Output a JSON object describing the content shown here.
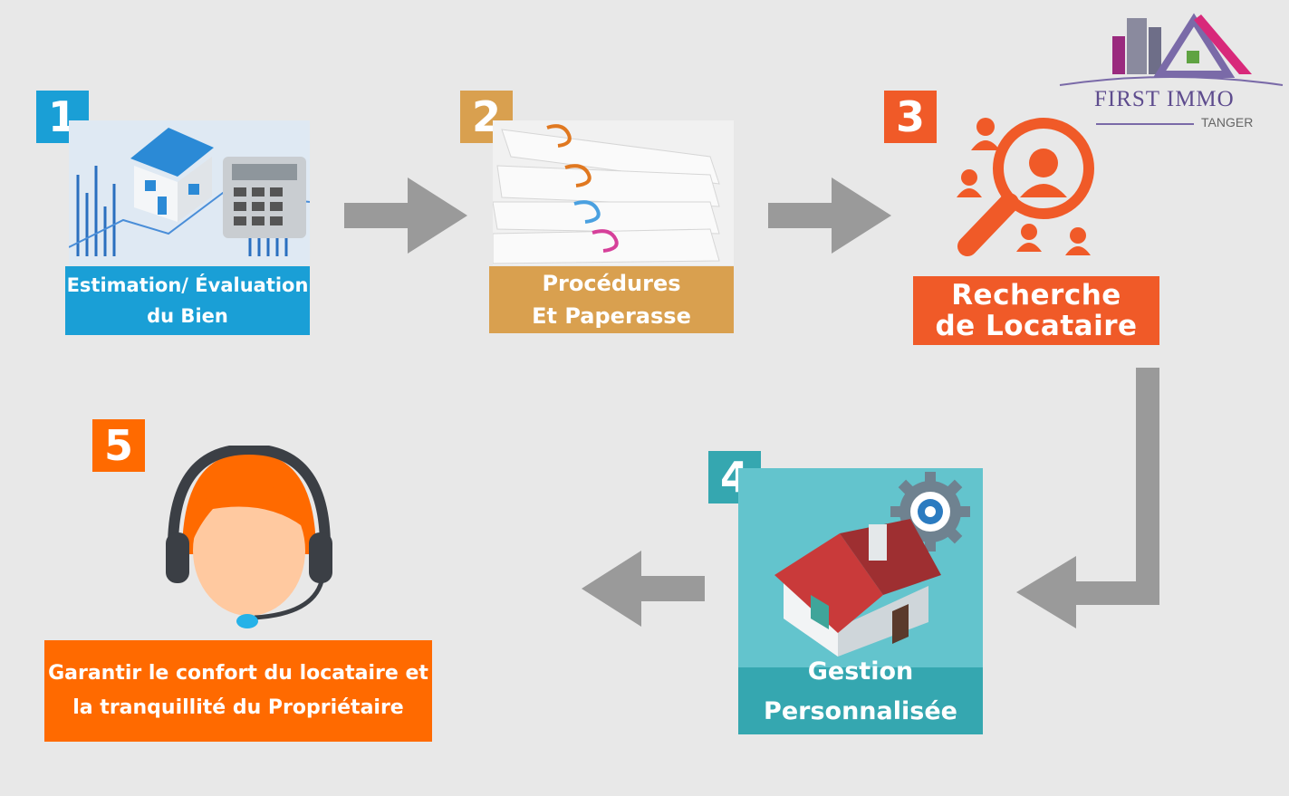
{
  "logo": {
    "brand": "FIRST IMMO",
    "city": "TANGER"
  },
  "steps": [
    {
      "number": "1",
      "lines": [
        "Estimation/ Évaluation",
        "du Bien"
      ],
      "color": "#1a9fd6"
    },
    {
      "number": "2",
      "lines": [
        "Procédures",
        "Et Paperasse"
      ],
      "color": "#d9a04f"
    },
    {
      "number": "3",
      "lines": [
        "Recherche",
        "de Locataire"
      ],
      "color": "#f05a28"
    },
    {
      "number": "4",
      "lines": [
        "Gestion",
        "Personnalisée"
      ],
      "color": "#35a7b0"
    },
    {
      "number": "5",
      "lines": [
        "Garantir le confort du locataire et",
        "la tranquillité du Propriétaire"
      ],
      "color": "#ff6a00"
    }
  ],
  "icons": {
    "step1": "house-valuation-icon",
    "step2": "paper-documents-icon",
    "step3": "search-people-icon",
    "step4": "house-gear-icon",
    "step5": "support-headset-icon"
  },
  "arrow_color": "#9a9a9a"
}
